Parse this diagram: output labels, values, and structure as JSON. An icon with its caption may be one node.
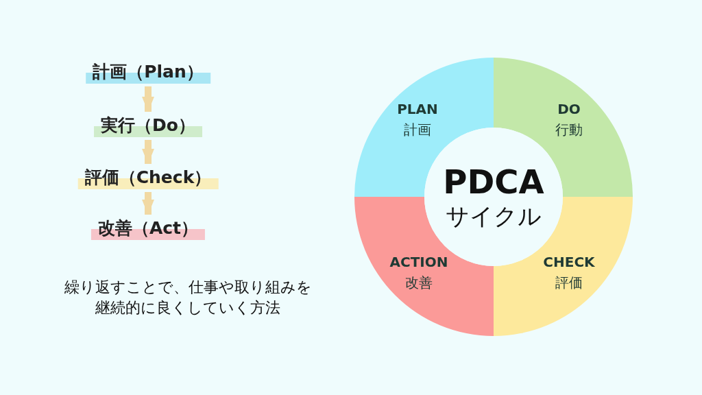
{
  "diagram": {
    "nodes": [
      {
        "text": [
          "計画（Plan）"
        ]
      },
      {
        "text": [
          "実行（Do）"
        ]
      },
      {
        "text": [
          "評価（Check）"
        ]
      },
      {
        "text": [
          "改善（Act）"
        ]
      },
      {
        "text": [
          "PLAN",
          "計画"
        ]
      },
      {
        "text": [
          "DO",
          "行動"
        ]
      },
      {
        "text": [
          "CHECK",
          "評価"
        ]
      },
      {
        "text": [
          "ACTION",
          "改善"
        ]
      },
      {
        "text": [
          "PDCA",
          "サイクル"
        ]
      }
    ],
    "edges": [
      {
        "from": 0,
        "to": 1,
        "arrow": "to"
      },
      {
        "from": 1,
        "to": 2,
        "arrow": "to"
      },
      {
        "from": 2,
        "to": 3,
        "arrow": "to"
      }
    ],
    "labels": [
      "繰り返すことで、仕事や取り組みを継続的に良くしていく方法"
    ]
  }
}
